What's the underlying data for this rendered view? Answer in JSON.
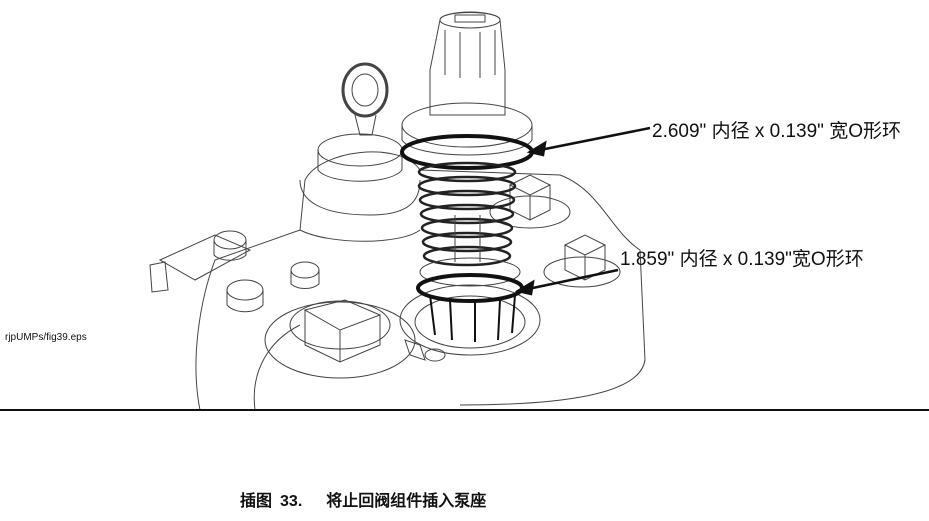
{
  "figure": {
    "filename": "rjpUMPs/fig39.eps",
    "callouts": [
      {
        "text": "2.609\"  内径  x 0.139\"  宽O形环"
      },
      {
        "text": "1.859\"  内径  x 0.139\"宽O形环"
      }
    ]
  },
  "caption": {
    "label": "插图",
    "number": "33.",
    "title": "将止回阀组件插入泵座"
  }
}
